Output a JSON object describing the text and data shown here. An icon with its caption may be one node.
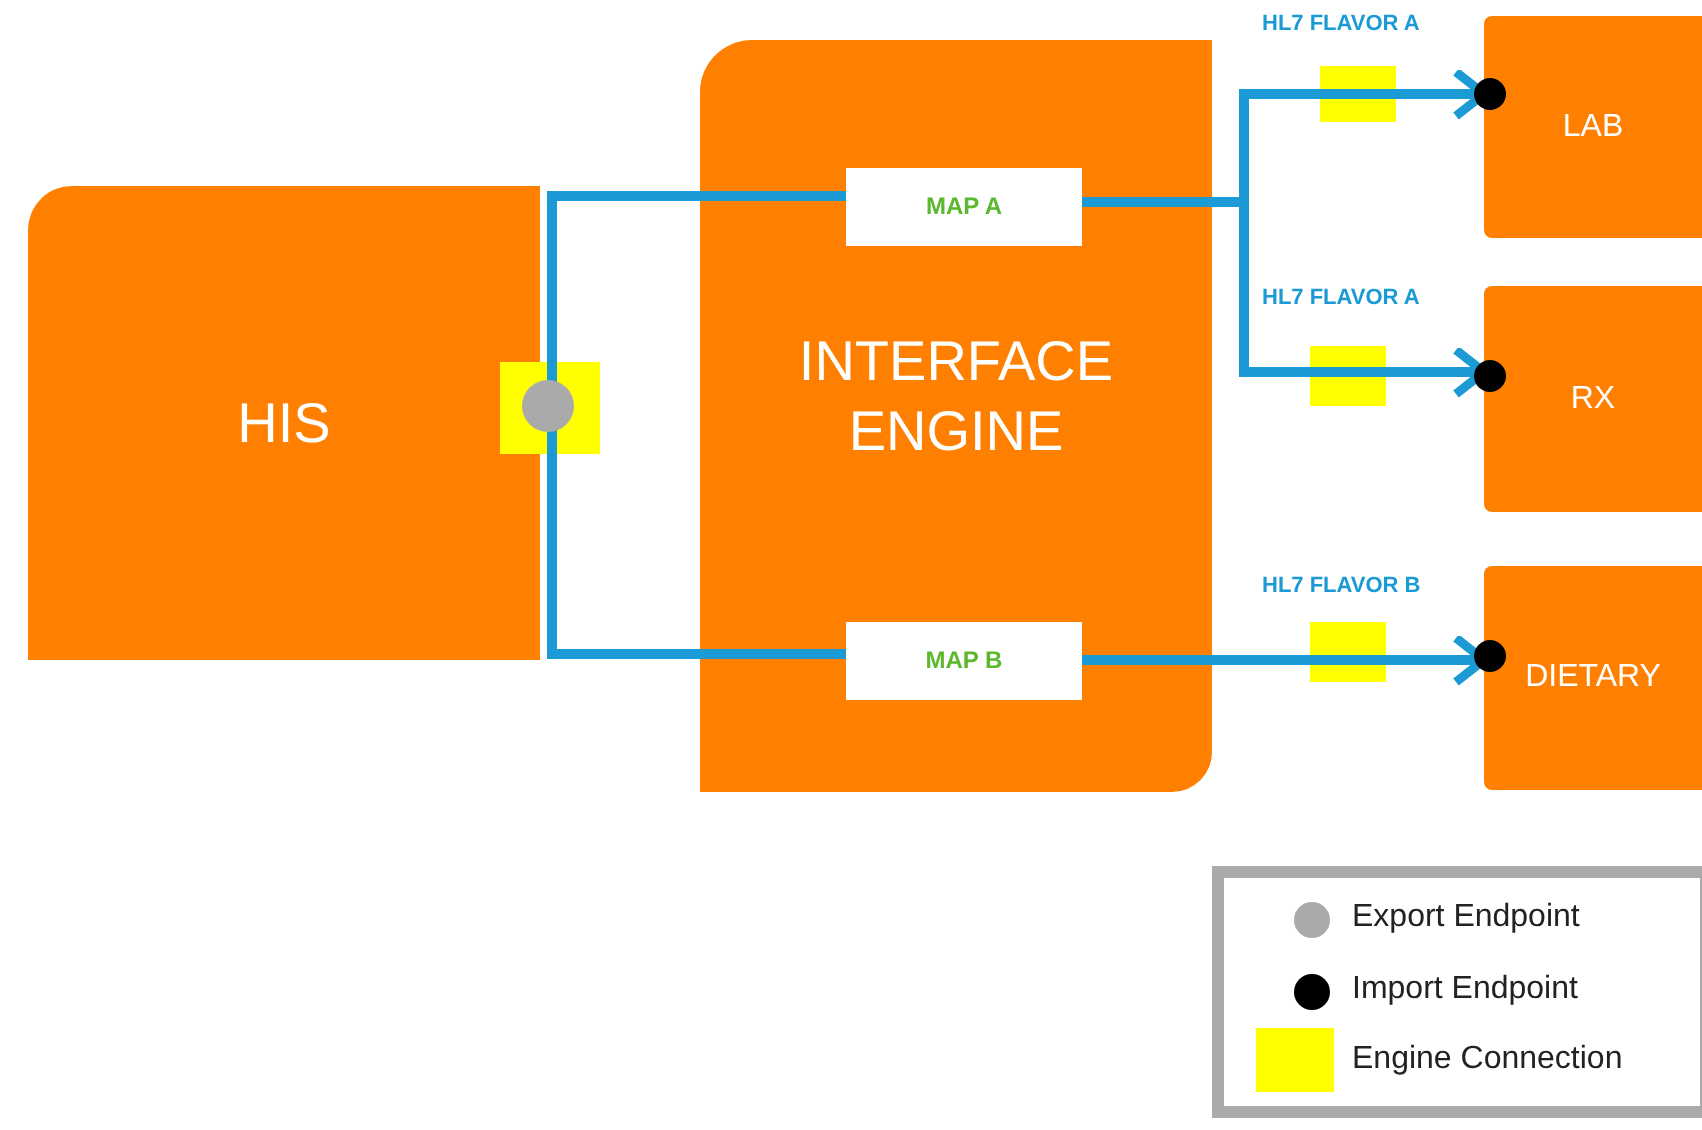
{
  "diagram": {
    "nodes": [
      {
        "text": [
          "HIS"
        ]
      },
      {
        "text": [
          "INTERFACE ENGINE"
        ]
      },
      {
        "text": [
          "MAP A"
        ],
        "in": 1
      },
      {
        "text": [
          "MAP B"
        ],
        "in": 1
      },
      {
        "text": [
          "LAB"
        ]
      },
      {
        "text": [
          "RX"
        ]
      },
      {
        "text": [
          "DIETARY"
        ]
      }
    ],
    "edges": [
      {
        "from": 0,
        "to": 2,
        "arrow": "none"
      },
      {
        "from": 0,
        "to": 3,
        "arrow": "none"
      },
      {
        "from": 2,
        "to": 4,
        "arrow": "to",
        "label": "HL7 FLAVOR A"
      },
      {
        "from": 2,
        "to": 5,
        "arrow": "to",
        "label": "HL7 FLAVOR A"
      },
      {
        "from": 3,
        "to": 6,
        "arrow": "to",
        "label": "HL7 FLAVOR B"
      }
    ],
    "legend": [
      {
        "text": "Export Endpoint"
      },
      {
        "text": "Import Endpoint"
      },
      {
        "text": "Engine Connection",
        "color": "#ffff00"
      }
    ]
  }
}
